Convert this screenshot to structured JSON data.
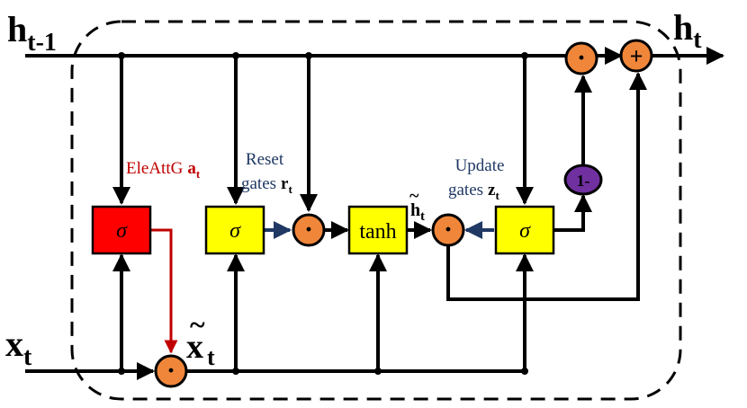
{
  "labels": {
    "h_prev_main": "h",
    "h_prev_sub": "t-1",
    "h_out_main": "h",
    "h_out_sub": "t",
    "x_in_main": "x",
    "x_in_sub": "t",
    "x_tilde_main": "x",
    "x_tilde_tilde": "~",
    "x_tilde_sub": "t",
    "h_tilde_main": "h",
    "h_tilde_tilde": "~",
    "h_tilde_sub": "t"
  },
  "gates": {
    "eleattg": {
      "symbol": "σ",
      "label": "EleAttG",
      "var": "a",
      "sub": "t"
    },
    "reset": {
      "symbol": "σ",
      "label_line1": "Reset",
      "label_line2": "gates",
      "var": "r",
      "sub": "t"
    },
    "tanh": {
      "symbol": "tanh"
    },
    "update": {
      "symbol": "σ",
      "label_line1": "Update",
      "label_line2": "gates",
      "var": "z",
      "sub": "t"
    }
  },
  "ops": {
    "multiply": "·",
    "add": "+",
    "one_minus": "1-"
  },
  "colors": {
    "eleattg_gate": "#ff0000",
    "gate_fill": "#ffff00",
    "op_fill": "#f0863a",
    "one_minus_fill": "#7030a0",
    "eleatt_label": "#c00000",
    "gate_label": "#1f3864",
    "blue_arrow": "#1f3864",
    "red_line": "#c00000"
  }
}
